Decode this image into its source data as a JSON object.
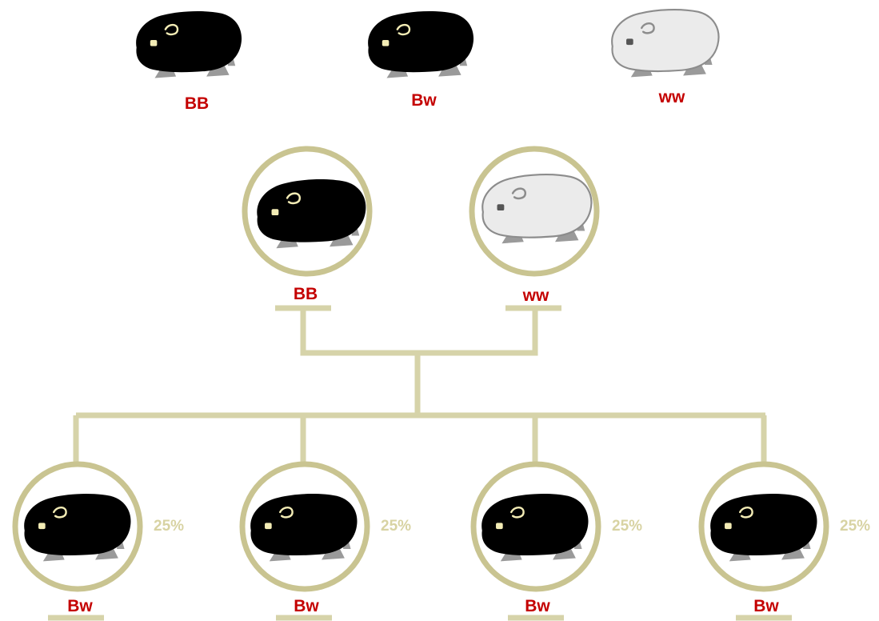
{
  "colors": {
    "ring": "#c9c491",
    "connector": "#d6d3a9",
    "label": "#c40000",
    "percent": "#d8d3a3",
    "black_body": "#000000",
    "white_body": "#ebebeb",
    "white_outline": "#8c8c8c",
    "feet": "#9a9a9a",
    "eye": "#f3ecb5"
  },
  "legend": [
    {
      "genotype": "BB",
      "coat": "black",
      "icon": "guinea-pig-black-icon"
    },
    {
      "genotype": "Bw",
      "coat": "black",
      "icon": "guinea-pig-black-icon"
    },
    {
      "genotype": "ww",
      "coat": "white",
      "icon": "guinea-pig-white-icon"
    }
  ],
  "parents": [
    {
      "genotype": "BB",
      "coat": "black"
    },
    {
      "genotype": "ww",
      "coat": "white"
    }
  ],
  "offspring": [
    {
      "genotype": "Bw",
      "coat": "black",
      "percent": "25%"
    },
    {
      "genotype": "Bw",
      "coat": "black",
      "percent": "25%"
    },
    {
      "genotype": "Bw",
      "coat": "black",
      "percent": "25%"
    },
    {
      "genotype": "Bw",
      "coat": "black",
      "percent": "25%"
    }
  ]
}
